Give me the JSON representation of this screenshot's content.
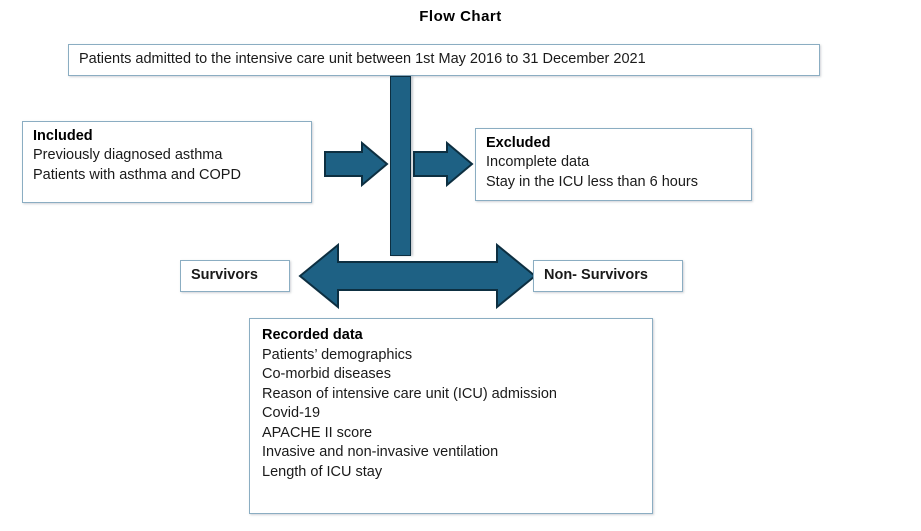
{
  "title": "Flow  Chart",
  "boxes": {
    "admitted": {
      "text": "Patients admitted to the intensive care unit between 1st May 2016 to 31 December 2021"
    },
    "included": {
      "heading": "Included",
      "lines": [
        "Previously diagnosed asthma",
        "Patients with asthma and COPD"
      ]
    },
    "excluded": {
      "heading": "Excluded",
      "lines": [
        "Incomplete data",
        "Stay in the ICU less than 6 hours"
      ]
    },
    "survivors": {
      "label": "Survivors"
    },
    "non_survivors": {
      "label": "Non- Survivors"
    },
    "recorded": {
      "heading": "Recorded data",
      "lines": [
        "Patients’ demographics",
        "Co-morbid diseases",
        "Reason of intensive care unit (ICU) admission",
        "Covid-19",
        "APACHE II score",
        "Invasive and non-invasive ventilation",
        "Length of ICU stay"
      ]
    }
  },
  "connectors": {
    "trunk": "vertical-trunk-bar",
    "arrow_to_included": "left-arrow-to-included",
    "arrow_to_excluded": "right-arrow-to-excluded",
    "arrow_outcomes": "double-headed-arrow-survivors-nonsurvivors"
  },
  "colors": {
    "arrow_fill": "#1e6184",
    "arrow_stroke": "#0d2f41",
    "box_border": "#8badc2",
    "text": "#1a1a1a",
    "background": "#ffffff"
  }
}
